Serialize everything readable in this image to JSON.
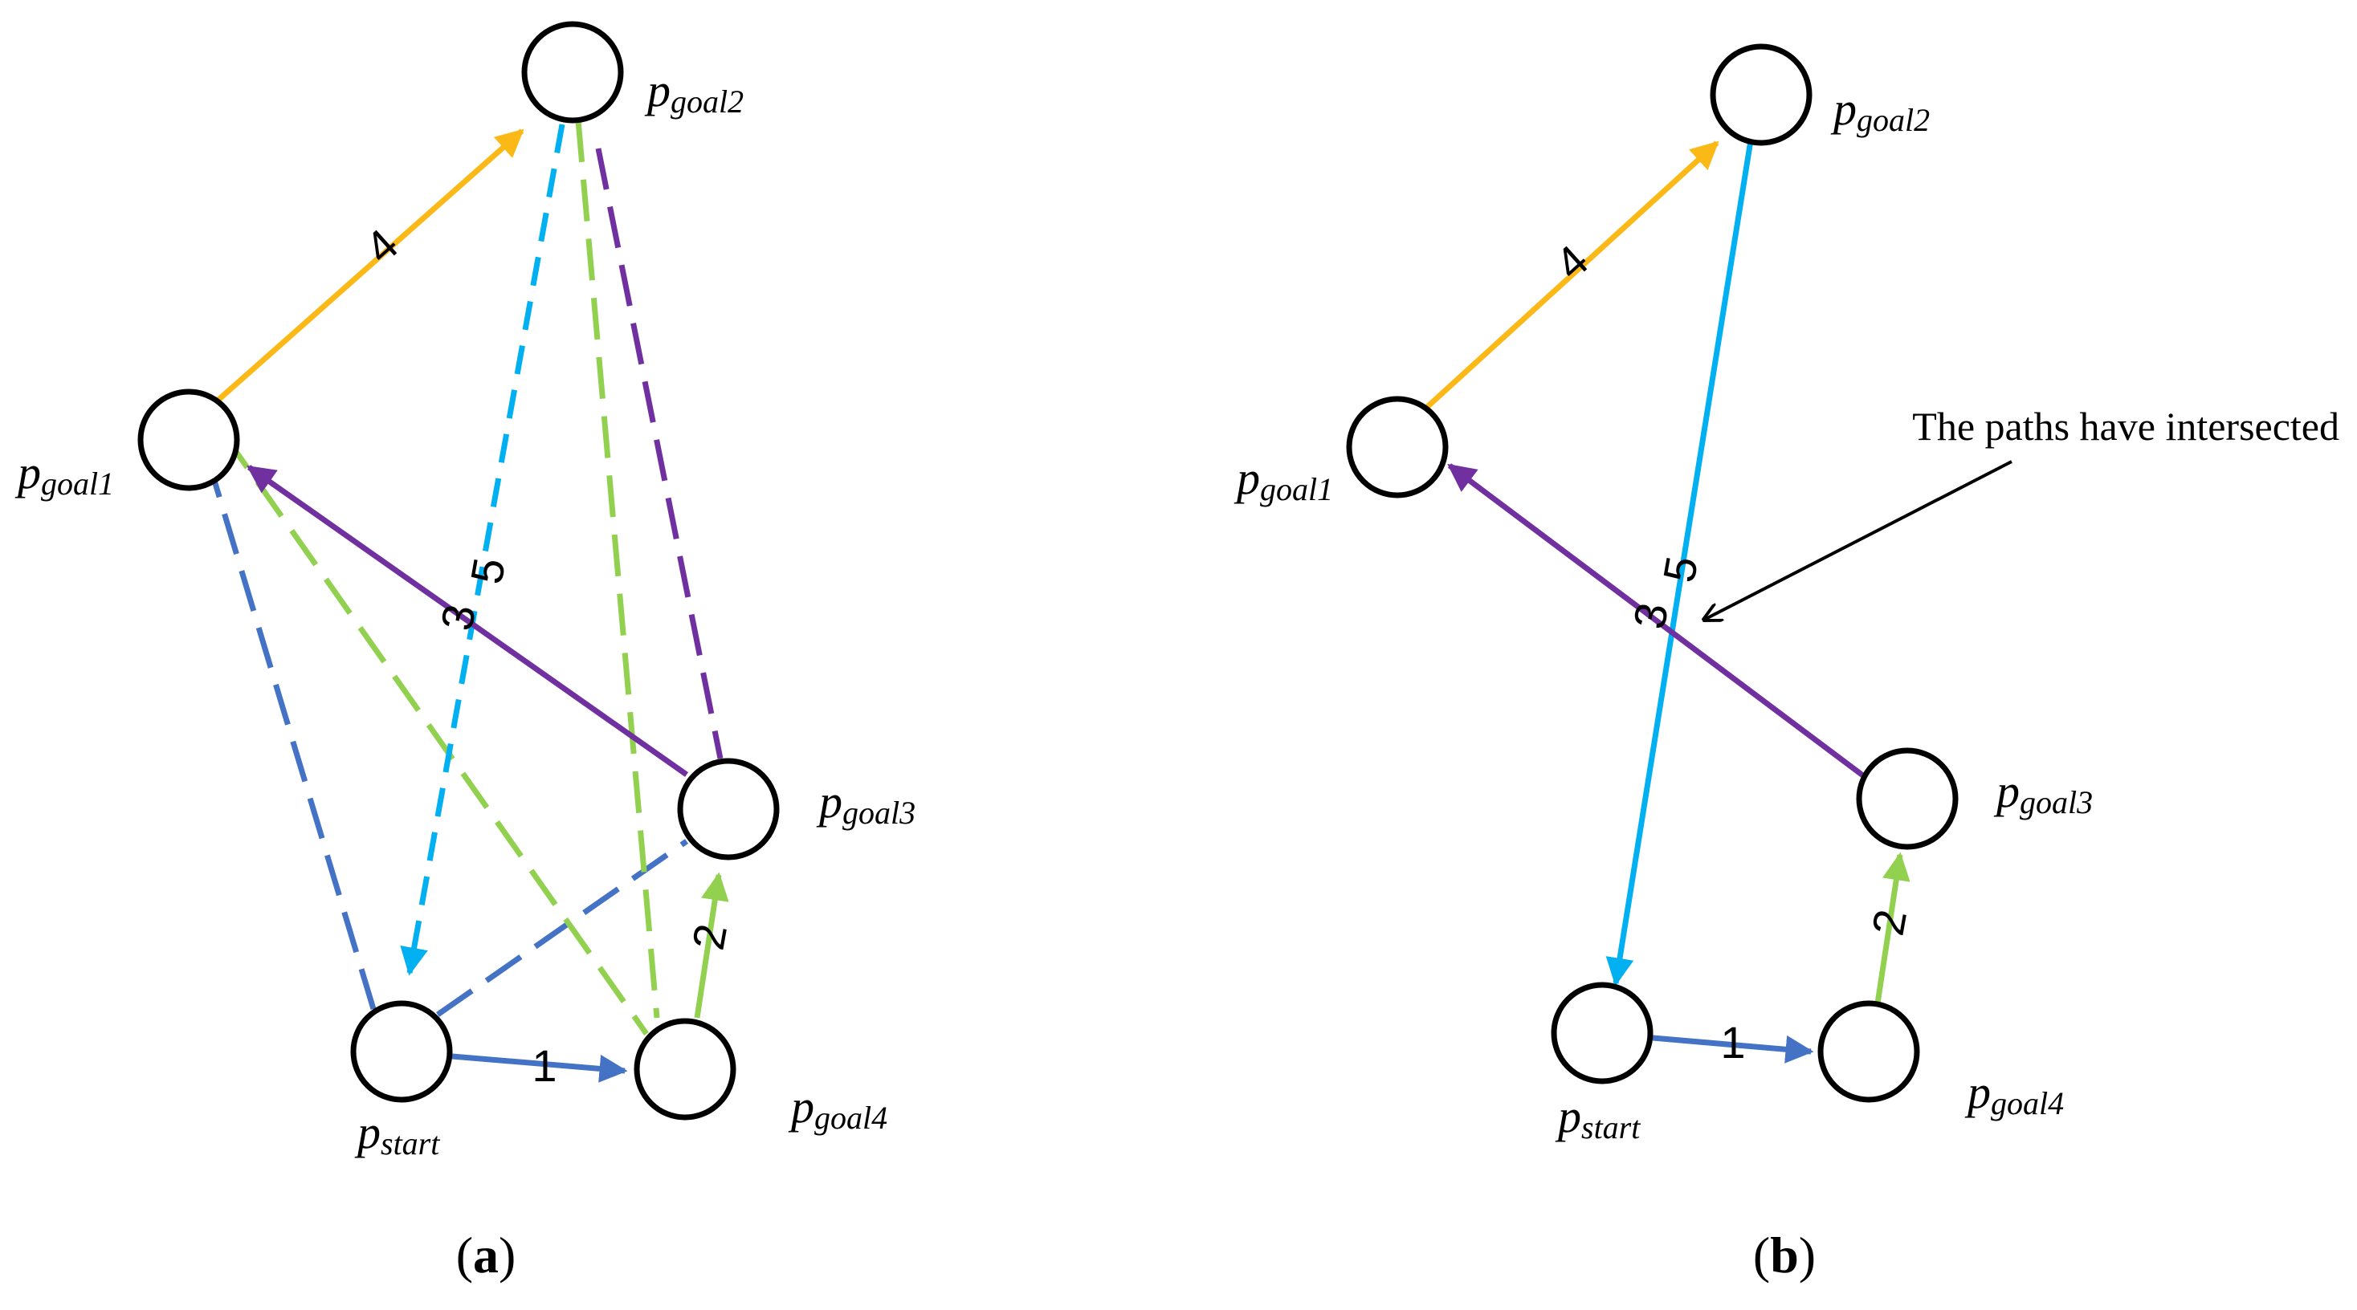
{
  "colors": {
    "yellow": "#FBB917",
    "purple": "#7030A0",
    "cyan": "#00B0F0",
    "green": "#92D050",
    "blue": "#4472C4",
    "black": "#000000"
  },
  "panel_a": {
    "caption_open": "(",
    "caption_letter": "a",
    "caption_close": ")",
    "nodes": {
      "goal1": {
        "main": "p",
        "sub": "goal1"
      },
      "goal2": {
        "main": "p",
        "sub": "goal2"
      },
      "goal3": {
        "main": "p",
        "sub": "goal3"
      },
      "goal4": {
        "main": "p",
        "sub": "goal4"
      },
      "start": {
        "main": "p",
        "sub": "start"
      }
    },
    "edge_labels": {
      "e1": "1",
      "e2": "2",
      "e3": "3",
      "e4": "4",
      "e5": "5"
    }
  },
  "panel_b": {
    "caption_open": "(",
    "caption_letter": "b",
    "caption_close": ")",
    "annotation": "The paths have intersected",
    "nodes": {
      "goal1": {
        "main": "p",
        "sub": "goal1"
      },
      "goal2": {
        "main": "p",
        "sub": "goal2"
      },
      "goal3": {
        "main": "p",
        "sub": "goal3"
      },
      "goal4": {
        "main": "p",
        "sub": "goal4"
      },
      "start": {
        "main": "p",
        "sub": "start"
      }
    },
    "edge_labels": {
      "e1": "1",
      "e2": "2",
      "e3": "3",
      "e4": "4",
      "e5": "5"
    }
  }
}
